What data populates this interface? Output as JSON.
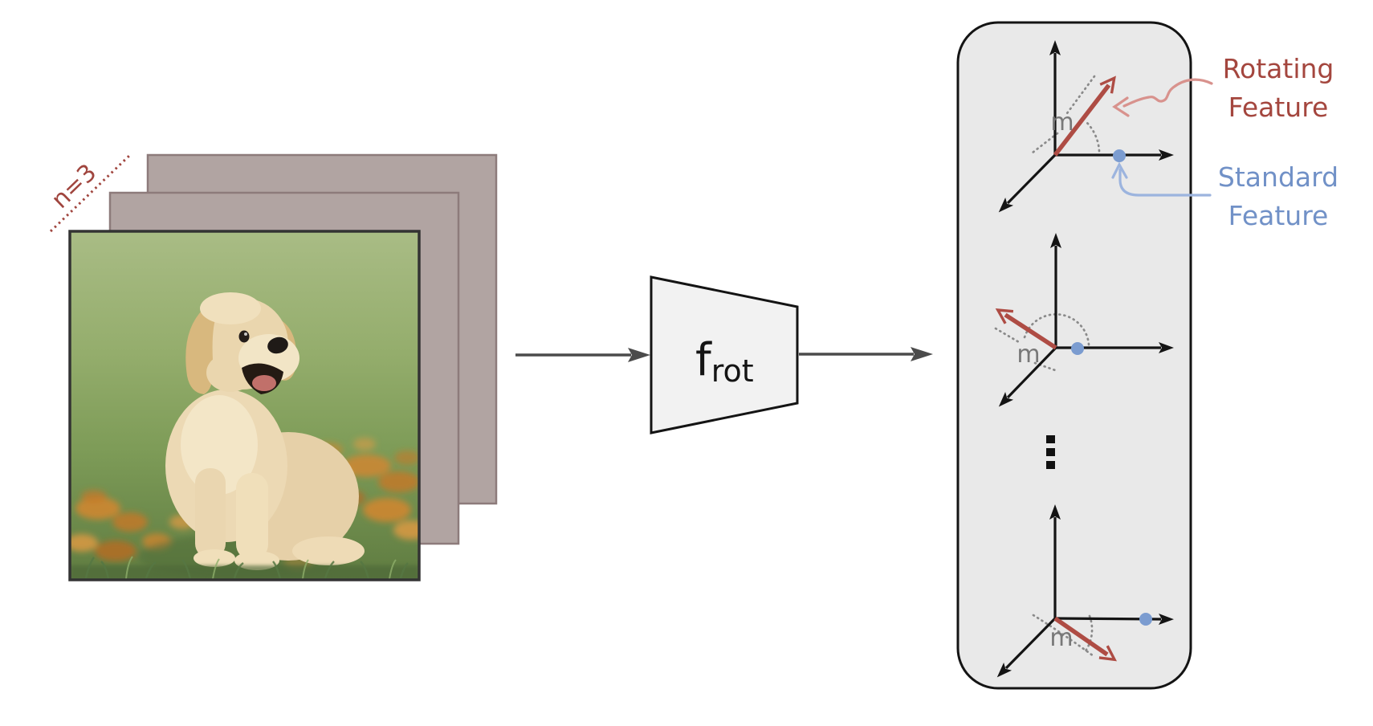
{
  "input_stack": {
    "label": "n=3",
    "num_layers": 3
  },
  "module": {
    "name_base": "f",
    "name_subscript": "rot"
  },
  "feature_panel": {
    "magnitude_label": "m",
    "ellipsis_glyph": "⋮",
    "num_axis_systems": 3,
    "systems": [
      {
        "rotating_arrow_direction": "up-right",
        "standard_dot_position": "middle of x-axis"
      },
      {
        "rotating_arrow_direction": "up-left",
        "standard_dot_position": "near origin on x-axis"
      },
      {
        "rotating_arrow_direction": "down-right",
        "standard_dot_position": "far end of x-axis"
      }
    ]
  },
  "legend": {
    "rotating": {
      "line1": "Rotating",
      "line2": "Feature"
    },
    "standard": {
      "line1": "Standard",
      "line2": "Feature"
    }
  },
  "colors": {
    "rotating_feature": "#a4463e",
    "rotating_arrow": "#ae4c44",
    "standard_feature_text": "#7191c7",
    "standard_dot": "#7b9cd0",
    "rotating_connector": "#d8928d",
    "standard_connector": "#9cb4de",
    "panel_fill": "#e9e9e9",
    "module_fill": "#f2f2f2",
    "layer_fill": "#b1a4a2",
    "layer_border": "#8d7b7b",
    "flow_arrow": "#4b4b4b",
    "axis": "#141414",
    "dotted_arc": "#8a8a8a",
    "magnitude_label": "#787878",
    "n_label": "#a0453e"
  }
}
